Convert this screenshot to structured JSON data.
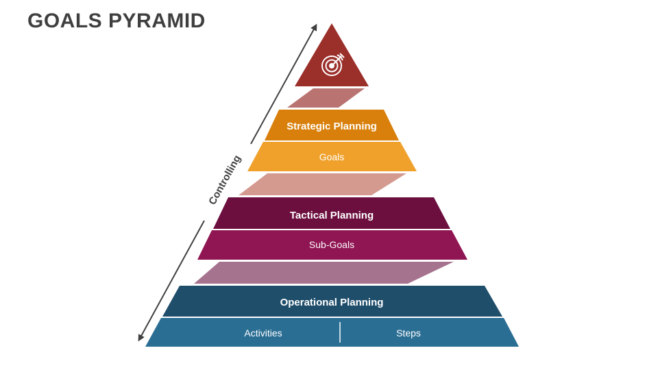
{
  "title": "GOALS PYRAMID",
  "side_label": "Controlling",
  "top": {
    "icon": "target-icon",
    "color": "#9b2f2a"
  },
  "levels": [
    {
      "heading": "Strategic Planning",
      "sub": "Goals",
      "head_color": "#d8800b",
      "body_color": "#f0a12b",
      "connector_color": "#d49a8f"
    },
    {
      "heading": "Tactical Planning",
      "sub": "Sub-Goals",
      "head_color": "#6c0f3f",
      "body_color": "#8f1553",
      "connector_color": "#a6738f"
    },
    {
      "heading": "Operational Planning",
      "subs": [
        "Activities",
        "Steps"
      ],
      "head_color": "#1f4e6b",
      "body_color": "#2a6e94",
      "connector_color": "#a77b90"
    }
  ],
  "top_connector_color": "#b97370"
}
